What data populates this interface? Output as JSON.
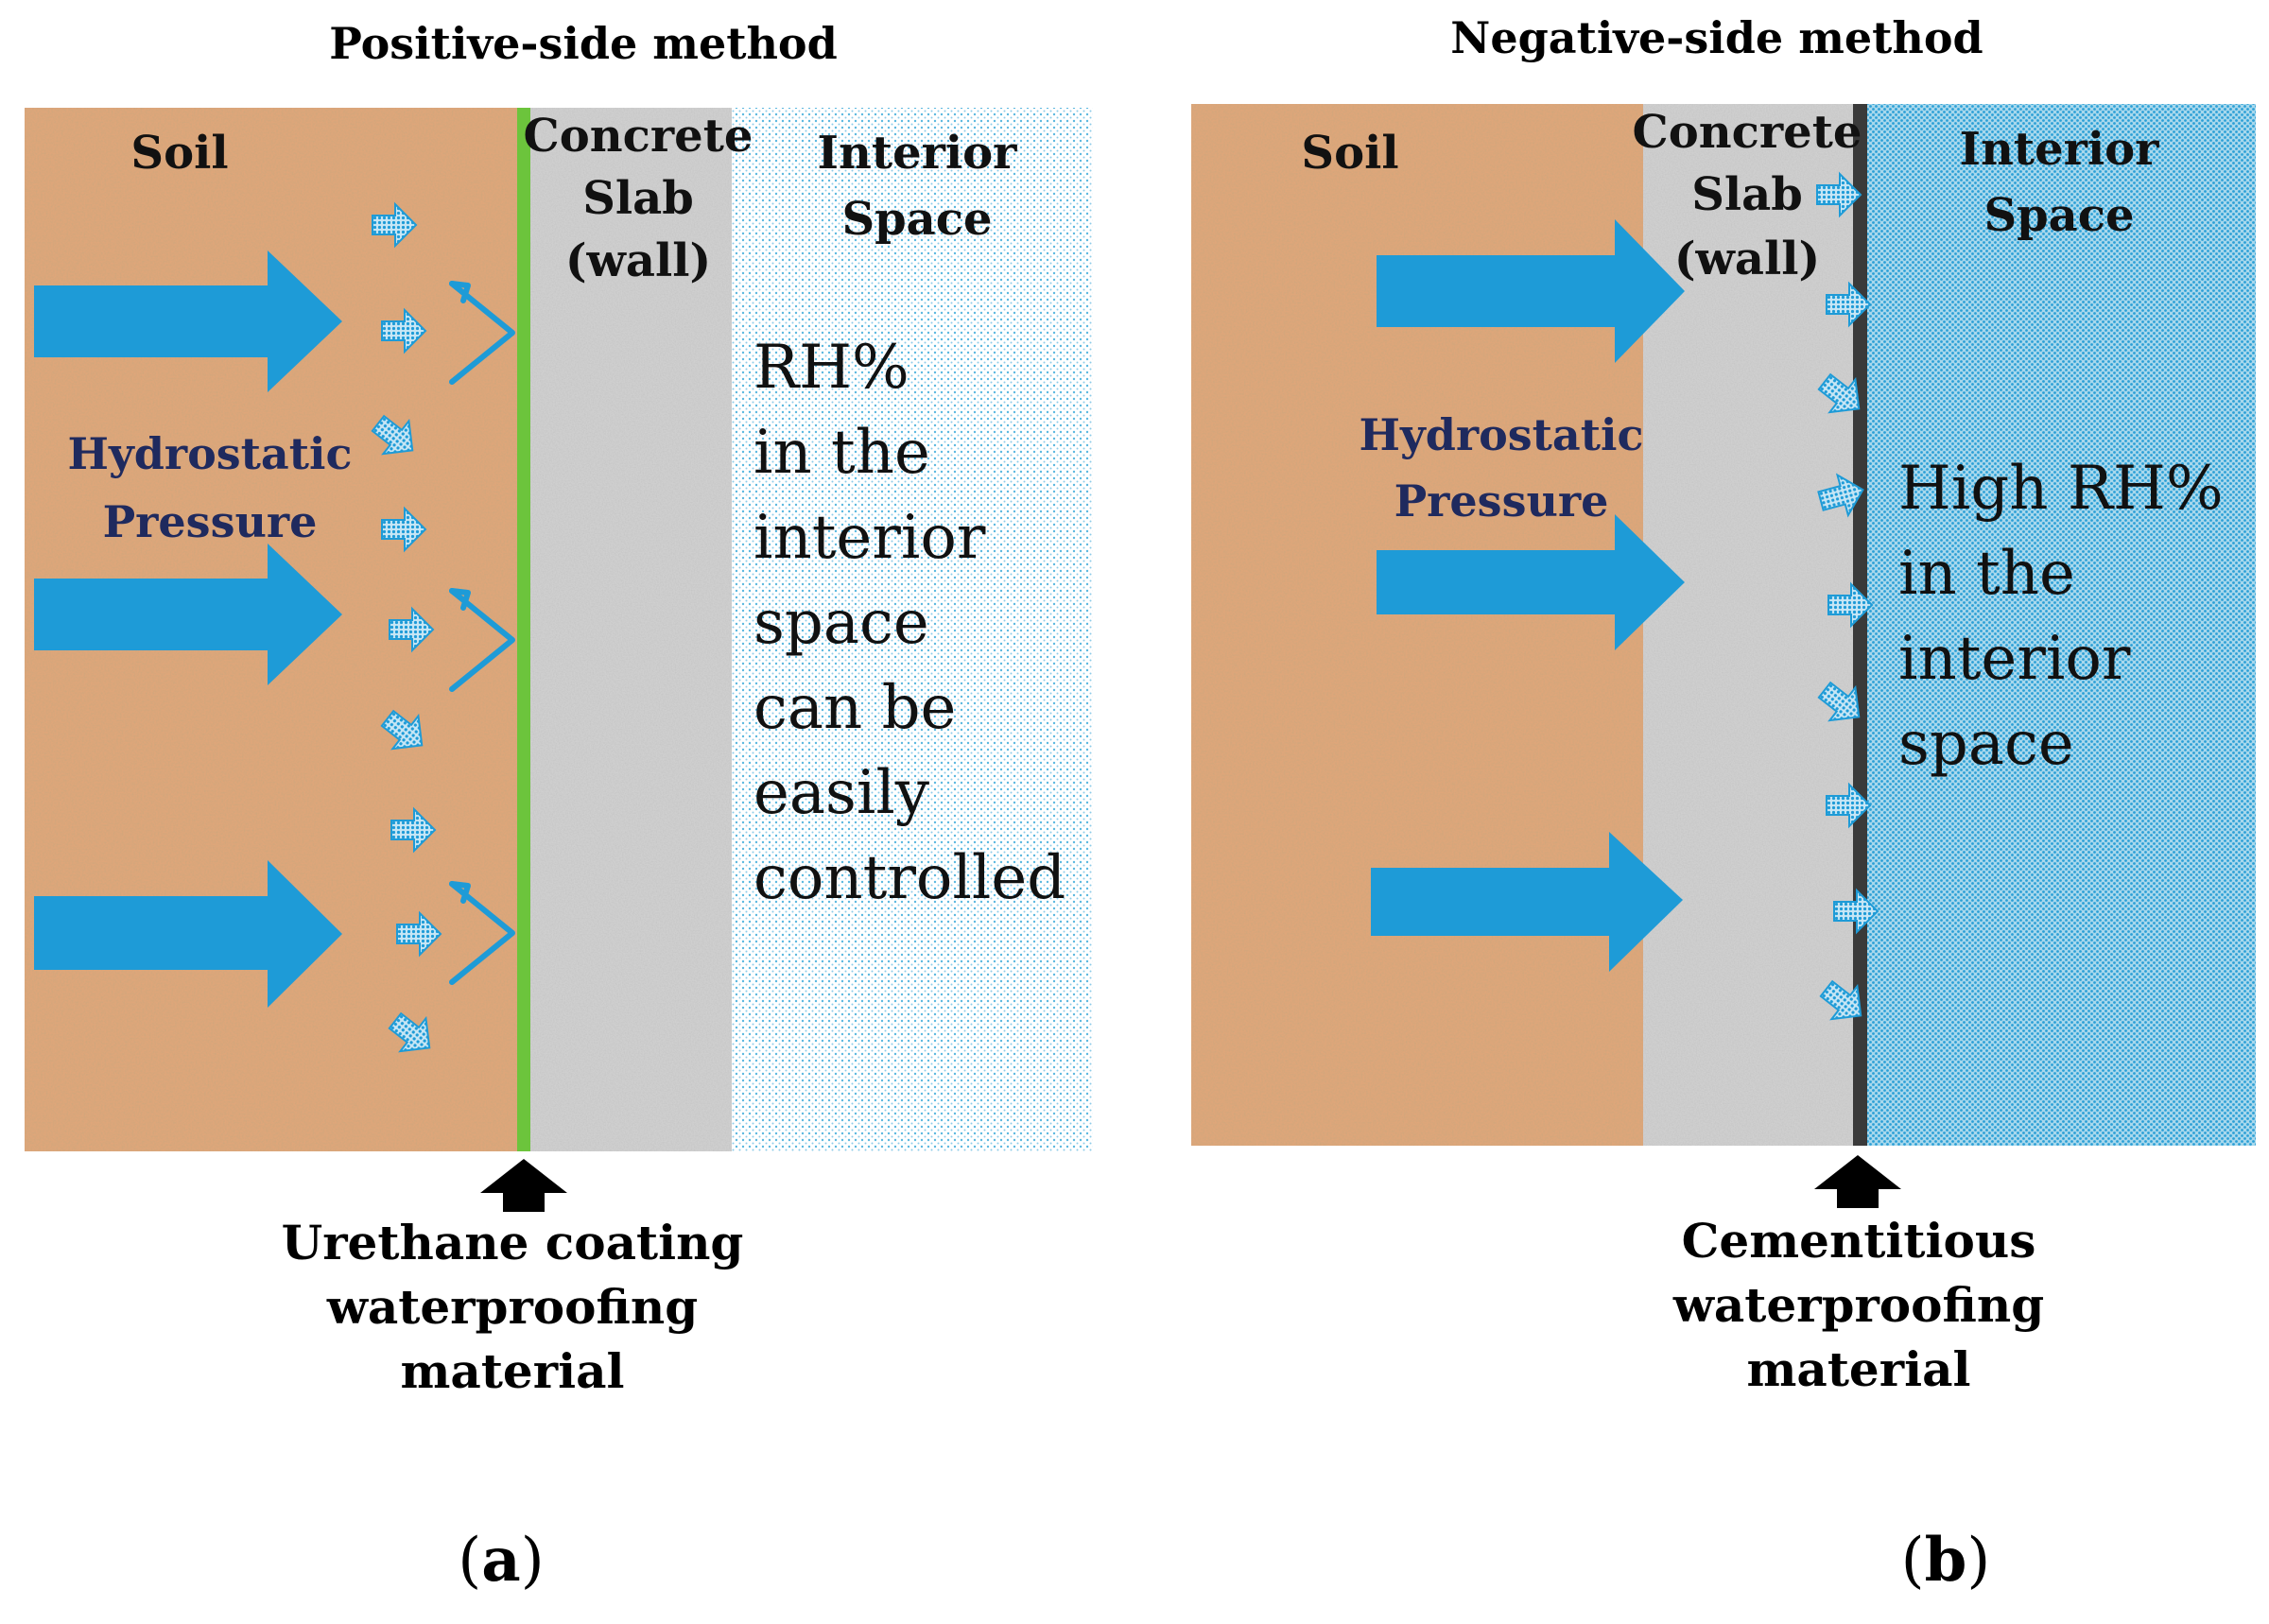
{
  "panel_a": {
    "title": "Positive-side method",
    "soil": "Soil",
    "concrete": [
      "Concrete",
      "Slab",
      "(wall)"
    ],
    "interior": [
      "Interior",
      "Space"
    ],
    "pressure": [
      "Hydrostatic",
      "Pressure"
    ],
    "rh": [
      "RH%",
      "in the",
      "interior",
      "space",
      "can be",
      "easily",
      "controlled"
    ],
    "material": [
      "Urethane coating",
      "waterproofing",
      "material"
    ],
    "label": "a",
    "colors": {
      "membrane": "#6cc43c",
      "arrow": "#1e9bd7",
      "soil": "#dea67a",
      "concrete": "#c9c9c9"
    }
  },
  "panel_b": {
    "title": "Negative-side method",
    "soil": "Soil",
    "concrete": [
      "Concrete",
      "Slab",
      "(wall)"
    ],
    "interior": [
      "Interior",
      "Space"
    ],
    "pressure": [
      "Hydrostatic",
      "Pressure"
    ],
    "rh": [
      "High RH%",
      "in the",
      "interior",
      "space"
    ],
    "material": [
      "Cementitious",
      "waterproofing",
      "material"
    ],
    "label": "b",
    "colors": {
      "membrane": "#3a3a3a",
      "arrow": "#1e9bd7",
      "interior": "#9fd4ea"
    }
  }
}
